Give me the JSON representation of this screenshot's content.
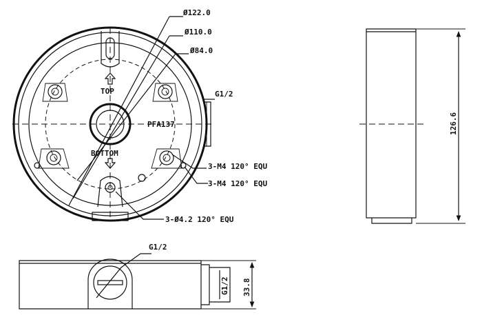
{
  "front_view": {
    "dim_outer": "Ø122.0",
    "dim_middle": "Ø110.0",
    "dim_inner": "Ø84.0",
    "top_marker": "TOP",
    "bottom_marker": "BOTTOM",
    "model": "PFA137",
    "port_thread": "G1/2",
    "mount_holes_a": "3-M4 120° EQU",
    "mount_holes_b": "3-M4 120° EQU",
    "mount_holes_c": "3-Ø4.2 120° EQU"
  },
  "side_view": {
    "height_dim": "126.6"
  },
  "bottom_view": {
    "port_thread_top": "G1/2",
    "port_thread_side": "G1/2",
    "depth_dim": "33.8"
  }
}
